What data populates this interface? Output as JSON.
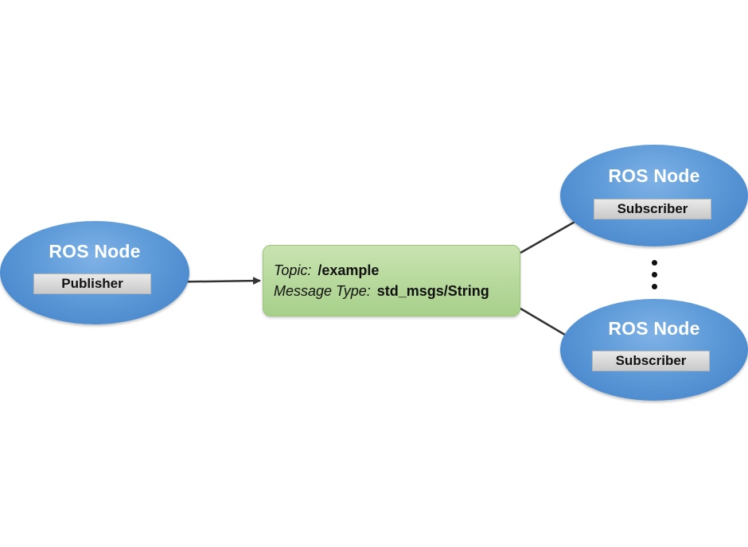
{
  "publisher_node": {
    "title": "ROS Node",
    "role": "Publisher"
  },
  "topic": {
    "topic_label": "Topic:",
    "topic_value": "/example",
    "type_label": "Message Type:",
    "type_value": "std_msgs/String"
  },
  "subscriber_nodes": [
    {
      "title": "ROS Node",
      "role": "Subscriber"
    },
    {
      "title": "ROS Node",
      "role": "Subscriber"
    }
  ],
  "colors": {
    "node_fill": "#5d9ad8",
    "topic_fill": "#b3d79a",
    "role_fill": "#d6d6d6",
    "arrow": "#333333"
  }
}
